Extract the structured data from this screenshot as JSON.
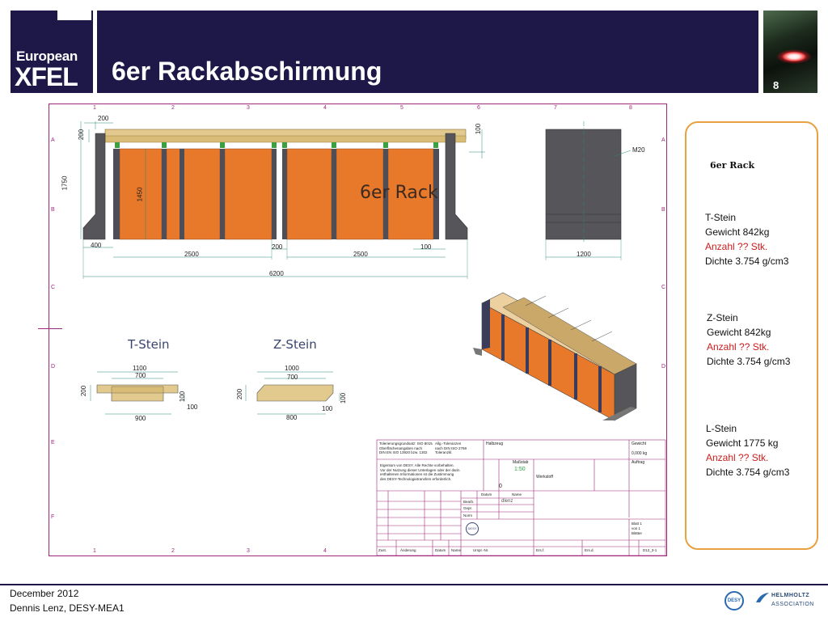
{
  "logo": {
    "line1": "European",
    "line2": "XFEL"
  },
  "slide": {
    "title": "6er Rackabschirmung",
    "page_number": "8"
  },
  "drawing": {
    "front_view_label": "6er Rack",
    "t_stein_label": "T-Stein",
    "z_stein_label": "Z-Stein",
    "dims": {
      "d200_top": "200",
      "d200_left": "200",
      "d1750": "1750",
      "d1450": "1450",
      "d100_top": "100",
      "d400": "400",
      "d2500_a": "2500",
      "d200_mid": "200",
      "d2500_b": "2500",
      "d100_r": "100",
      "d6200": "6200",
      "side_m20": "M20",
      "side_1200": "1200",
      "t_1100": "1100",
      "t_700": "700",
      "t_200": "200",
      "t_100a": "100",
      "t_100b": "100",
      "t_900": "900",
      "z_1000": "1000",
      "z_700": "700",
      "z_200": "200",
      "z_100a": "100",
      "z_100b": "100",
      "z_800": "800"
    },
    "frame_cols": [
      "1",
      "2",
      "3",
      "4",
      "5",
      "6",
      "7",
      "8"
    ],
    "frame_rows": [
      "A",
      "B",
      "C",
      "D",
      "E",
      "F"
    ],
    "title_block": {
      "tolerance": "Tolerierungsgrundsatz: ISO 8015\nOberflächenangaben nach\nDIN EN ISO 13920 bzw. 1302",
      "general_tol": "Allg.-Toleranzen\nnach DIN ISO 2768\nToleranzkl.",
      "material": "Halbzeug",
      "weight_label": "Gewicht",
      "weight_value": "0,000 kg",
      "ownership": "Eigentum von DESY. Alle Rechte vorbehalten.\nVor der Nutzung dieser Unterlagen oder der darin\nenthaltenen Informationen ist die Zustimmung\ndes DESY-Technologietransfers erforderlich.",
      "scale_label": "Maßstab",
      "scale_value": "1:50",
      "contract_label": "Auftrag",
      "werkstoff": "Werkstoff",
      "datum": "Datum",
      "name": "Name",
      "bearb": "Bearb.",
      "gepr": "Gepr.",
      "norm": "Norm",
      "drawer": "dlenz",
      "status": "0",
      "blatt": "Blatt 1\nvon 1\nBlätter",
      "desy_label": "DESY",
      "col_zust": "Zust.",
      "col_aenderung": "Änderung",
      "col_datum": "Datum",
      "col_name": "Name",
      "col_urspr": "Urspr.-Nr.",
      "col_ers_f": "Ers.f.",
      "col_ers_d": "Ers.d.",
      "rev": "D12_3-1"
    }
  },
  "info_panel": {
    "title": "6er Rack",
    "blocks": [
      {
        "name": "T-Stein",
        "weight": "Gewicht 842kg",
        "count": "Anzahl ?? Stk.",
        "density": "Dichte 3.754 g/cm3"
      },
      {
        "name": "Z-Stein",
        "weight": "Gewicht 842kg",
        "count": "Anzahl ?? Stk.",
        "density": "Dichte 3.754 g/cm3"
      },
      {
        "name": "L-Stein",
        "weight": "Gewicht 1775 kg",
        "count": "Anzahl ?? Stk.",
        "density": "Dichte 3.754 g/cm3"
      }
    ]
  },
  "footer": {
    "date": "December 2012",
    "author": "Dennis Lenz, DESY-MEA1",
    "desy_logo": "DESY",
    "helmholtz_line1": "HELMHOLTZ",
    "helmholtz_line2": "ASSOCIATION"
  },
  "colors": {
    "navy": "#1e1848",
    "orange_block": "#e8782a",
    "panel_border": "#e8a040",
    "frame": "#a0287a"
  }
}
